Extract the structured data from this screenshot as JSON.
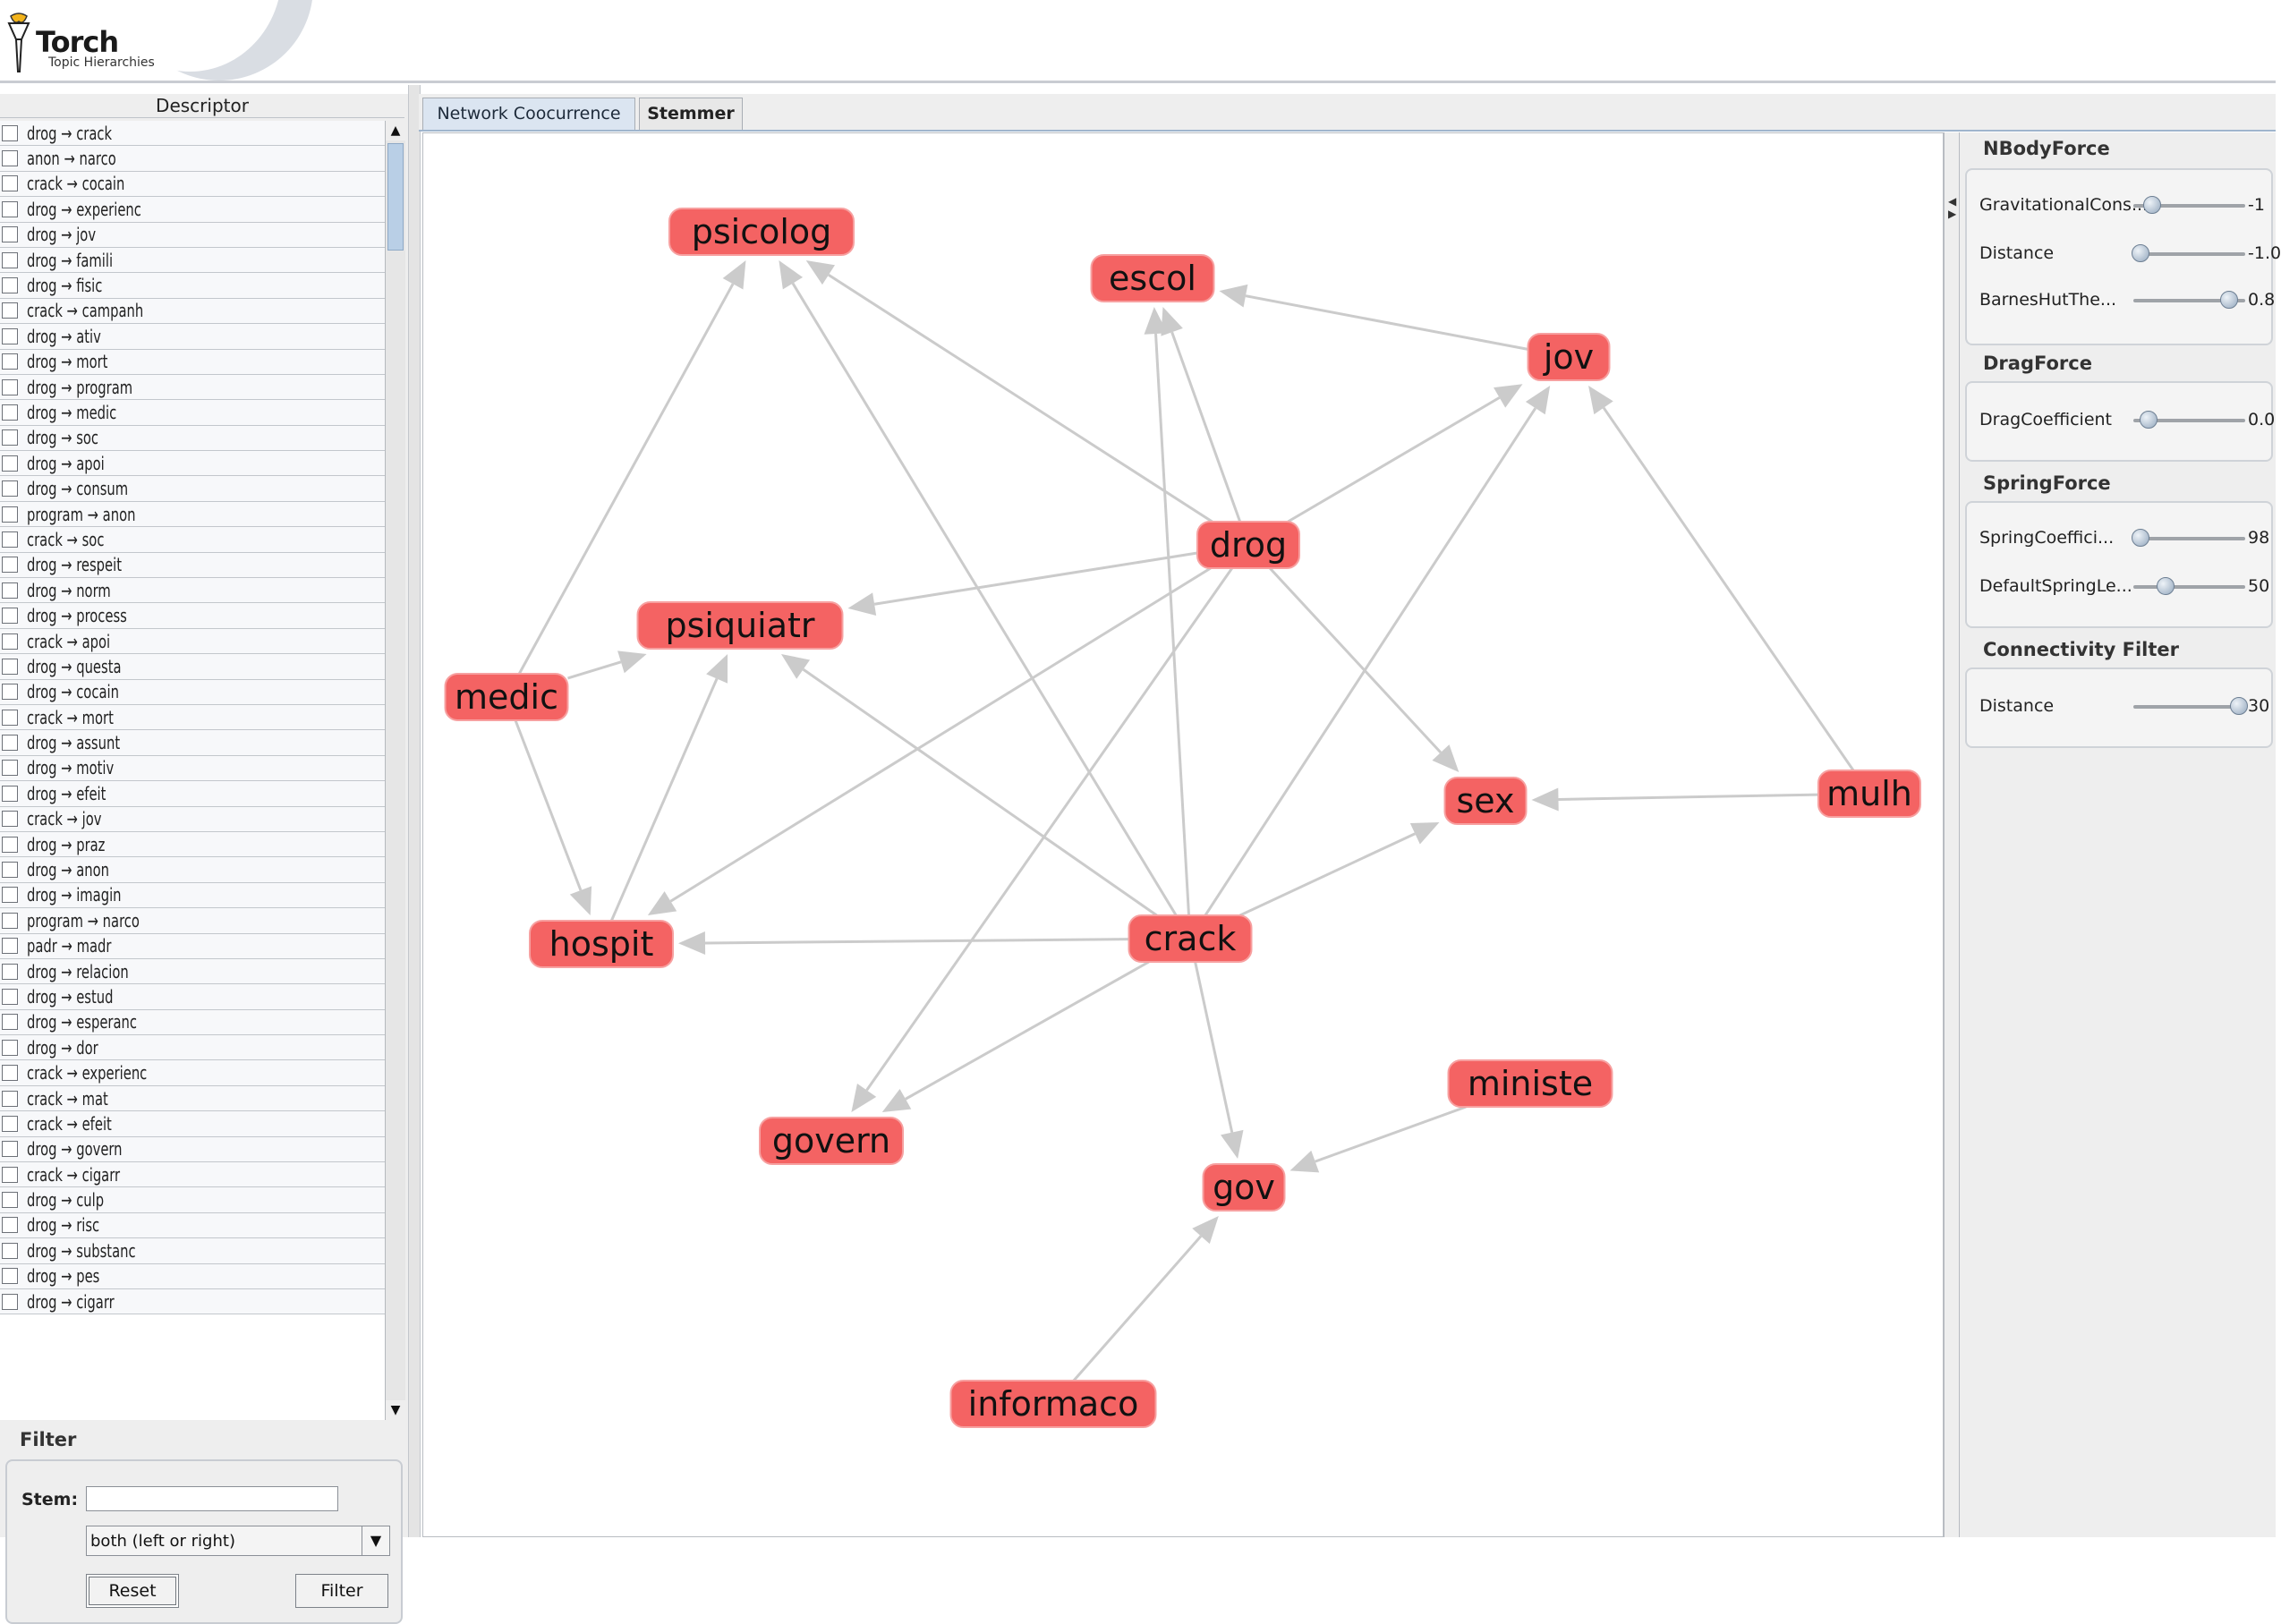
{
  "app": {
    "brand": "Torch",
    "tagline": "Topic Hierarchies"
  },
  "descriptor": {
    "header": "Descriptor",
    "items": [
      "drog → crack",
      "anon → narco",
      "crack → cocain",
      "drog → experienc",
      "drog → jov",
      "drog → famili",
      "drog → fisic",
      "crack → campanh",
      "drog → ativ",
      "drog → mort",
      "drog → program",
      "drog → medic",
      "drog → soc",
      "drog → apoi",
      "drog → consum",
      "program → anon",
      "crack → soc",
      "drog → respeit",
      "drog → norm",
      "drog → process",
      "crack → apoi",
      "drog → questa",
      "drog → cocain",
      "crack → mort",
      "drog → assunt",
      "drog → motiv",
      "drog → efeit",
      "crack → jov",
      "drog → praz",
      "drog → anon",
      "drog → imagin",
      "program → narco",
      "padr → madr",
      "drog → relacion",
      "drog → estud",
      "drog → esperanc",
      "drog → dor",
      "crack → experienc",
      "crack → mat",
      "crack → efeit",
      "drog → govern",
      "crack → cigarr",
      "drog → culp",
      "drog → risc",
      "drog → substanc",
      "drog → pes",
      "drog → cigarr"
    ]
  },
  "filter": {
    "title": "Filter",
    "stem_label": "Stem:",
    "stem_value": "",
    "side_selected": "both (left or right)",
    "reset_label": "Reset",
    "filter_label": "Filter"
  },
  "tabs": [
    {
      "label": "Network Coocurrence",
      "active": true
    },
    {
      "label": "Stemmer",
      "active": false
    }
  ],
  "graph": {
    "nodes": [
      {
        "id": "psicolog"
      },
      {
        "id": "escol"
      },
      {
        "id": "jov"
      },
      {
        "id": "drog"
      },
      {
        "id": "psiquiatr"
      },
      {
        "id": "medic"
      },
      {
        "id": "sex"
      },
      {
        "id": "mulh"
      },
      {
        "id": "hospit"
      },
      {
        "id": "crack"
      },
      {
        "id": "ministe"
      },
      {
        "id": "govern"
      },
      {
        "id": "gov"
      },
      {
        "id": "informaco"
      }
    ],
    "edges": [
      [
        "medic",
        "psicolog"
      ],
      [
        "medic",
        "psiquiatr"
      ],
      [
        "medic",
        "hospit"
      ],
      [
        "hospit",
        "psiquiatr"
      ],
      [
        "drog",
        "psiquiatr"
      ],
      [
        "drog",
        "escol"
      ],
      [
        "drog",
        "jov"
      ],
      [
        "drog",
        "sex"
      ],
      [
        "drog",
        "hospit"
      ],
      [
        "drog",
        "govern"
      ],
      [
        "jov",
        "escol"
      ],
      [
        "crack",
        "psicolog"
      ],
      [
        "crack",
        "psiquiatr"
      ],
      [
        "crack",
        "escol"
      ],
      [
        "crack",
        "jov"
      ],
      [
        "crack",
        "sex"
      ],
      [
        "crack",
        "hospit"
      ],
      [
        "crack",
        "govern"
      ],
      [
        "crack",
        "gov"
      ],
      [
        "drog",
        "psicolog"
      ],
      [
        "mulh",
        "jov"
      ],
      [
        "mulh",
        "sex"
      ],
      [
        "ministe",
        "gov"
      ],
      [
        "informaco",
        "gov"
      ]
    ],
    "node_color": "#f46363",
    "edge_color": "#cbcbcb"
  },
  "forces": {
    "nbody": {
      "title": "NBodyForce",
      "sliders": [
        {
          "label": "GravitationalCons...",
          "value_text": "-1",
          "level": 0.12
        },
        {
          "label": "Distance",
          "value_text": "-1.0",
          "level": 0.0
        },
        {
          "label": "BarnesHutThe...",
          "value_text": "0.8",
          "level": 0.9
        }
      ]
    },
    "drag": {
      "title": "DragForce",
      "sliders": [
        {
          "label": "DragCoefficient",
          "value_text": "0.0",
          "level": 0.08
        }
      ]
    },
    "spring": {
      "title": "SpringForce",
      "sliders": [
        {
          "label": "SpringCoeffici...",
          "value_text": "98",
          "level": 0.0
        },
        {
          "label": "DefaultSpringLe...",
          "value_text": "50",
          "level": 0.25
        }
      ]
    },
    "connectivity": {
      "title": "Connectivity Filter",
      "sliders": [
        {
          "label": "Distance",
          "value_text": "30",
          "level": 1.0
        }
      ]
    }
  }
}
